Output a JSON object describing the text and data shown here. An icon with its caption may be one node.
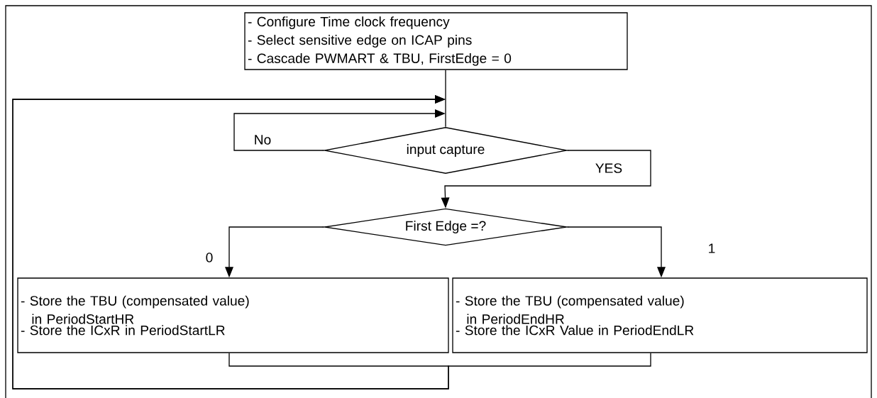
{
  "diagram": {
    "nodes": [
      {
        "text": [
          "- Configure Time clock frequency",
          "- Select sensitive edge on ICAP pins",
          "- Cascade PWMART & TBU, FirstEdge = 0"
        ]
      },
      {
        "text": [
          "input capture"
        ]
      },
      {
        "text": [
          "First Edge =?"
        ]
      },
      {
        "text": [
          "- Store the TBU (compensated value) in PeriodStartHR",
          "- Store the ICxR in PeriodStartLR"
        ]
      },
      {
        "text": [
          "- Store the TBU (compensated value) in PeriodEndHR",
          "- Store the ICxR Value in PeriodEndLR"
        ]
      }
    ],
    "edges": [
      {
        "from": 0,
        "to": 1,
        "arrow": "none"
      },
      {
        "from": 1,
        "to": 1,
        "arrow": "to",
        "label": "No"
      },
      {
        "from": 1,
        "to": 2,
        "arrow": "to",
        "label": "YES"
      },
      {
        "from": 2,
        "to": 3,
        "arrow": "to",
        "label": "0"
      },
      {
        "from": 2,
        "to": 4,
        "arrow": "to",
        "label": "1"
      },
      {
        "from": 3,
        "to": 1,
        "arrow": "to"
      },
      {
        "from": 4,
        "to": 1,
        "arrow": "to"
      }
    ]
  }
}
